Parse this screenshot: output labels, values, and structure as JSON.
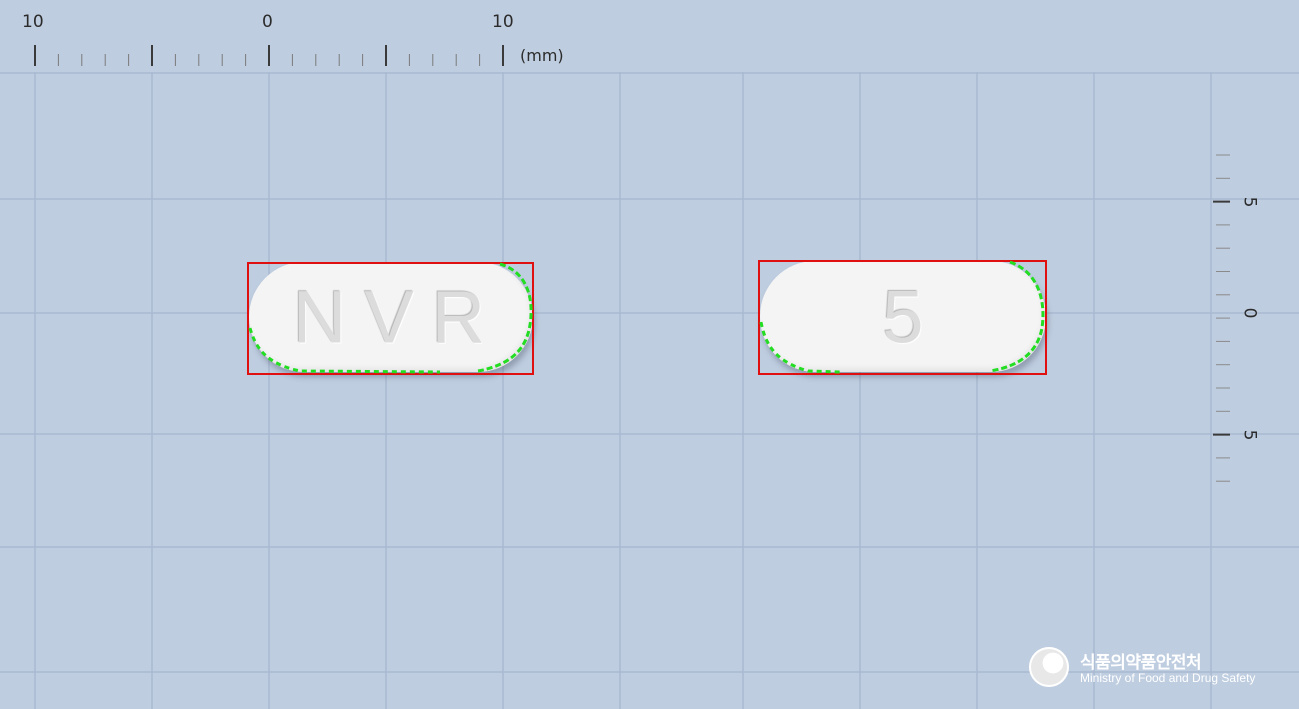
{
  "scene": {
    "background_color": "#bfcde0",
    "grid_color": "#a9b9cf",
    "bbox_color": "#e01010",
    "contour_color": "#22dd22"
  },
  "top_ruler": {
    "tick_labels": [
      "10",
      "0",
      "10"
    ],
    "unit": "(mm)"
  },
  "side_ruler": {
    "tick_labels": [
      "5",
      "0",
      "5"
    ]
  },
  "tablets": [
    {
      "imprint": "NVR",
      "view": "front"
    },
    {
      "imprint": "5",
      "view": "back"
    }
  ],
  "logo": {
    "name_ko": "식품의약품안전처",
    "name_en": "Ministry of Food and Drug Safety",
    "icon": "taegeuk-emblem-icon"
  }
}
